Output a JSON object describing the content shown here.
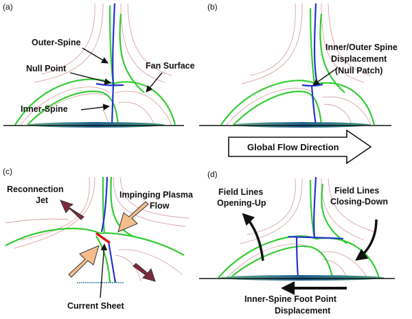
{
  "panels": [
    {
      "id": "a",
      "label": "(a)",
      "annotations": [
        "Outer-Spine",
        "Null Point",
        "Fan Surface",
        "Inner-Spine"
      ]
    },
    {
      "id": "b",
      "label": "(b)",
      "annotations": [
        "Inner/Outer Spine",
        "Displacement",
        "(Null Patch)"
      ],
      "flow_label": "Global Flow Direction"
    },
    {
      "id": "c",
      "label": "(c)",
      "annotations": [
        "Reconnection",
        "Jet",
        "Impinging Plasma",
        "Flow",
        "Current Sheet"
      ]
    },
    {
      "id": "d",
      "label": "(d)",
      "annotations": [
        "Field Lines",
        "Opening-Up",
        "Field Lines",
        "Closing-Down",
        "Inner-Spine Foot Point",
        "Displacement"
      ]
    }
  ],
  "colors": {
    "fan_field_line": "#33cc33",
    "spine": "#2233cc",
    "current_sheet": "#dd1111",
    "thin_field_line": "#d9a3a3",
    "plasma_flow_arrow": "#f5be8c",
    "jet_arrow": "#7d2a3c",
    "photosphere": "#2e7d6a"
  }
}
